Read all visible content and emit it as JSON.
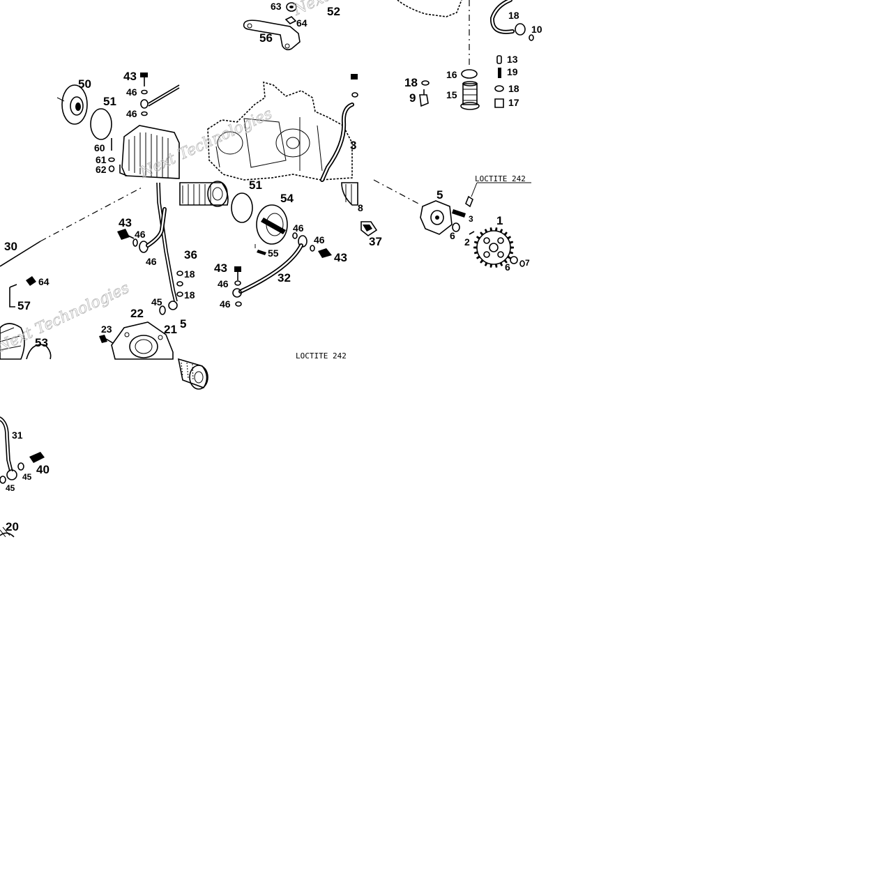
{
  "diagram": {
    "callouts": [
      {
        "id": "c63",
        "text": "63"
      },
      {
        "id": "c64a",
        "text": "64"
      },
      {
        "id": "c52",
        "text": "52"
      },
      {
        "id": "c56",
        "text": "56"
      },
      {
        "id": "c18a",
        "text": "18"
      },
      {
        "id": "c10",
        "text": "10"
      },
      {
        "id": "c50",
        "text": "50"
      },
      {
        "id": "c51a",
        "text": "51"
      },
      {
        "id": "c43a",
        "text": "43"
      },
      {
        "id": "c46a",
        "text": "46"
      },
      {
        "id": "c46b",
        "text": "46"
      },
      {
        "id": "c60",
        "text": "60"
      },
      {
        "id": "c61",
        "text": "61"
      },
      {
        "id": "c62",
        "text": "62"
      },
      {
        "id": "c18b",
        "text": "18"
      },
      {
        "id": "c9",
        "text": "9"
      },
      {
        "id": "c16",
        "text": "16"
      },
      {
        "id": "c15",
        "text": "15"
      },
      {
        "id": "c13",
        "text": "13"
      },
      {
        "id": "c19",
        "text": "19"
      },
      {
        "id": "c18c",
        "text": "18"
      },
      {
        "id": "c17",
        "text": "17"
      },
      {
        "id": "c3a",
        "text": "3"
      },
      {
        "id": "c51b",
        "text": "51"
      },
      {
        "id": "c54",
        "text": "54"
      },
      {
        "id": "c8",
        "text": "8"
      },
      {
        "id": "c37",
        "text": "37"
      },
      {
        "id": "c5a",
        "text": "5"
      },
      {
        "id": "c3b",
        "text": "3"
      },
      {
        "id": "c6a",
        "text": "6"
      },
      {
        "id": "c2",
        "text": "2"
      },
      {
        "id": "c1",
        "text": "1"
      },
      {
        "id": "c6b",
        "text": "6"
      },
      {
        "id": "c7",
        "text": "7"
      },
      {
        "id": "c30",
        "text": "30"
      },
      {
        "id": "c43b",
        "text": "43"
      },
      {
        "id": "c46c",
        "text": "46"
      },
      {
        "id": "c46d",
        "text": "46"
      },
      {
        "id": "c36",
        "text": "36"
      },
      {
        "id": "c18d",
        "text": "18"
      },
      {
        "id": "c18e",
        "text": "18"
      },
      {
        "id": "c64b",
        "text": "64"
      },
      {
        "id": "c57",
        "text": "57"
      },
      {
        "id": "c45a",
        "text": "45"
      },
      {
        "id": "c22",
        "text": "22"
      },
      {
        "id": "c21",
        "text": "21"
      },
      {
        "id": "c5b",
        "text": "5"
      },
      {
        "id": "c23",
        "text": "23"
      },
      {
        "id": "c53",
        "text": "53"
      },
      {
        "id": "c55",
        "text": "55"
      },
      {
        "id": "c46e",
        "text": "46"
      },
      {
        "id": "c46f",
        "text": "46"
      },
      {
        "id": "c43c",
        "text": "43"
      },
      {
        "id": "c43d",
        "text": "43"
      },
      {
        "id": "c46g",
        "text": "46"
      },
      {
        "id": "c32",
        "text": "32"
      },
      {
        "id": "c46h",
        "text": "46"
      },
      {
        "id": "c31",
        "text": "31"
      },
      {
        "id": "c45b",
        "text": "45"
      },
      {
        "id": "c40",
        "text": "40"
      },
      {
        "id": "c45c",
        "text": "45"
      },
      {
        "id": "c20",
        "text": "20"
      }
    ],
    "notes": {
      "loctite_top": "LOCTITE 242",
      "loctite_bottom": "LOCTITE 242"
    },
    "watermark": "Next Technologies"
  }
}
